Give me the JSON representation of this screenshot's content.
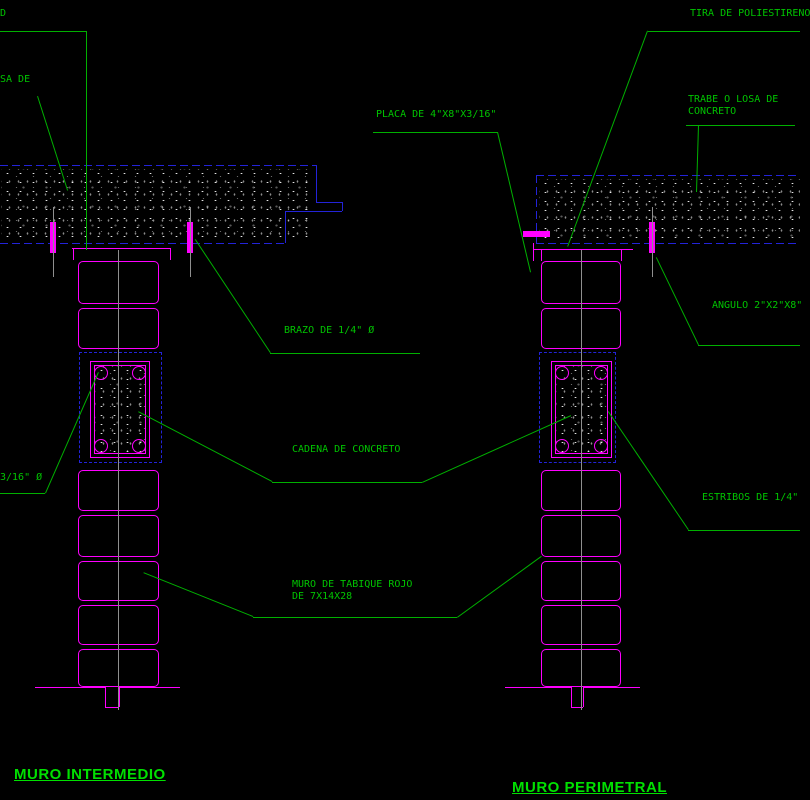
{
  "drawing": {
    "type": "cad-wall-section-detail",
    "background": "#000000",
    "colors": {
      "annotation_green": "#00b000",
      "text_green": "#00c400",
      "title_green": "#00e000",
      "magenta": "#ff00ff",
      "blue": "#2323d8",
      "centerline_grey": "#8f8f8f"
    },
    "labels": {
      "top_left_fragment": "D",
      "losa_de_fragment": "SA DE",
      "placa": "PLACA DE 4\"X8\"X3/16\"",
      "tira_poliestireno": "TIRA DE POLIESTIRENO",
      "trabe_losa_line1": "TRABE O LOSA DE",
      "trabe_losa_line2": "CONCRETO",
      "brazo": "BRAZO DE 1/4\" Ø",
      "angulo": "ANGULO 2\"X2\"X8\"",
      "cadena": "CADENA DE CONCRETO",
      "estribos_right": "ESTRIBOS DE 1/4\"",
      "estribos_left_fragment": "3/16\" Ø",
      "muro_tabique_line1": "MURO DE TABIQUE ROJO",
      "muro_tabique_line2": "DE 7X14X28"
    },
    "titles": {
      "left": "MURO INTERMEDIO",
      "right": "MURO PERIMETRAL"
    }
  }
}
